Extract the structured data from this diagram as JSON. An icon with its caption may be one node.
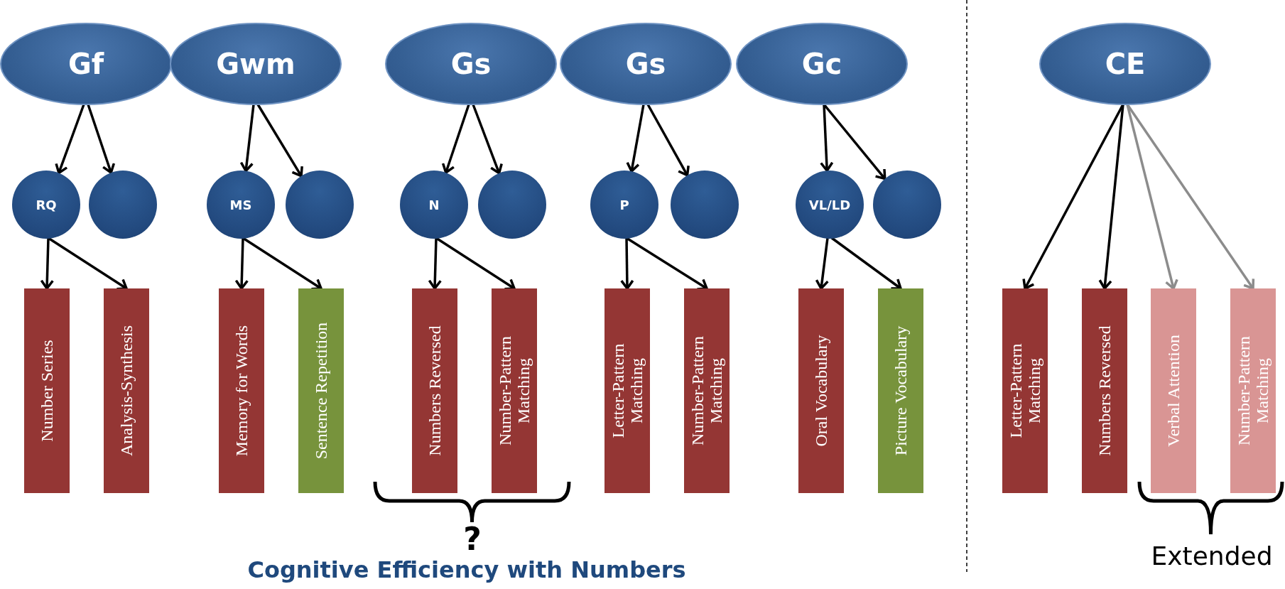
{
  "diagram": {
    "nodes": [
      {
        "text": [
          "Gf"
        ]
      },
      {
        "text": [
          "Gwm"
        ]
      },
      {
        "text": [
          "Gs"
        ]
      },
      {
        "text": [
          "Gs"
        ]
      },
      {
        "text": [
          "Gc"
        ]
      },
      {
        "text": [
          "CE"
        ]
      },
      {
        "text": [
          "RQ"
        ]
      },
      {
        "text": [],
        "shape": "circle"
      },
      {
        "text": [
          "MS"
        ]
      },
      {
        "text": [],
        "shape": "circle"
      },
      {
        "text": [
          "N"
        ]
      },
      {
        "text": [],
        "shape": "circle"
      },
      {
        "text": [
          "P"
        ]
      },
      {
        "text": [],
        "shape": "circle"
      },
      {
        "text": [
          "VL/LD"
        ]
      },
      {
        "text": [],
        "shape": "circle"
      },
      {
        "text": [
          "Number Series"
        ]
      },
      {
        "text": [
          "Analysis-Synthesis"
        ]
      },
      {
        "text": [
          "Memory for Words"
        ]
      },
      {
        "text": [
          "Sentence Repetition"
        ]
      },
      {
        "text": [
          "Numbers Reversed"
        ]
      },
      {
        "text": [
          "Number-Pattern Matching"
        ]
      },
      {
        "text": [
          "Letter-Pattern Matching"
        ]
      },
      {
        "text": [
          "Number-Pattern Matching"
        ]
      },
      {
        "text": [
          "Oral Vocabulary"
        ]
      },
      {
        "text": [
          "Picture Vocabulary"
        ]
      },
      {
        "text": [
          "Letter-Pattern Matching"
        ]
      },
      {
        "text": [
          "Numbers Reversed"
        ]
      },
      {
        "text": [
          "Verbal Attention"
        ]
      },
      {
        "text": [
          "Number-Pattern Matching"
        ]
      }
    ],
    "edges": [
      {
        "from": 0,
        "to": 6,
        "arrow": "to"
      },
      {
        "from": 0,
        "to": 7,
        "arrow": "to"
      },
      {
        "from": 6,
        "to": 16,
        "arrow": "to"
      },
      {
        "from": 6,
        "to": 17,
        "arrow": "to"
      },
      {
        "from": 1,
        "to": 8,
        "arrow": "to"
      },
      {
        "from": 1,
        "to": 9,
        "arrow": "to"
      },
      {
        "from": 8,
        "to": 18,
        "arrow": "to"
      },
      {
        "from": 8,
        "to": 19,
        "arrow": "to"
      },
      {
        "from": 2,
        "to": 10,
        "arrow": "to"
      },
      {
        "from": 2,
        "to": 11,
        "arrow": "to"
      },
      {
        "from": 10,
        "to": 20,
        "arrow": "to"
      },
      {
        "from": 10,
        "to": 21,
        "arrow": "to"
      },
      {
        "from": 3,
        "to": 12,
        "arrow": "to"
      },
      {
        "from": 3,
        "to": 13,
        "arrow": "to"
      },
      {
        "from": 12,
        "to": 22,
        "arrow": "to"
      },
      {
        "from": 12,
        "to": 23,
        "arrow": "to"
      },
      {
        "from": 4,
        "to": 14,
        "arrow": "to"
      },
      {
        "from": 4,
        "to": 15,
        "arrow": "to"
      },
      {
        "from": 14,
        "to": 24,
        "arrow": "to"
      },
      {
        "from": 14,
        "to": 25,
        "arrow": "to"
      },
      {
        "from": 5,
        "to": 26,
        "arrow": "to"
      },
      {
        "from": 5,
        "to": 27,
        "arrow": "to"
      },
      {
        "from": 5,
        "to": 28,
        "arrow": "to",
        "color": "#8c8c8c"
      },
      {
        "from": 5,
        "to": 29,
        "arrow": "to",
        "color": "#8c8c8c"
      }
    ],
    "labels": [
      "?",
      "Cognitive Efficiency with Numbers",
      "Extended"
    ]
  }
}
